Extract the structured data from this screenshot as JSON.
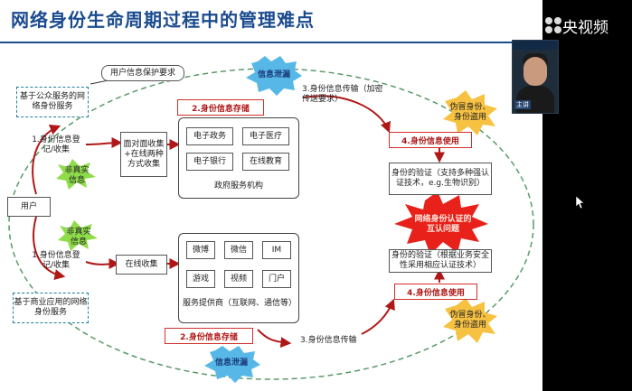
{
  "watermark": {
    "text": "央视频"
  },
  "presenter": {
    "name_tag": "主讲"
  },
  "slide": {
    "title": "网络身份生命周期过程中的管理难点",
    "privacy_req": "用户信息保护要求",
    "leak_top": "信息泄漏",
    "leak_bottom": "信息泄漏",
    "public_service": "基于公众服务的网络身份服务",
    "commercial_service": "基于商业应用的网络身份服务",
    "user": "用户",
    "reg_top": "1.身份信息登记/收集",
    "reg_bottom": "1.身份信息登记/收集",
    "false_info_top": "非真实信息",
    "false_info_bottom": "非真实信息",
    "offline_collect": "面对面收集+在线两种方式收集",
    "online_collect": "在线收集",
    "storage_top": "2.身份信息存储",
    "storage_bottom": "2.身份信息存储",
    "transmit_top": "3.身份信息传输（加密传送要求）",
    "transmit_bottom": "3.身份信息传输",
    "gov_services": [
      "电子政务",
      "电子医疗",
      "电子银行",
      "在线教育"
    ],
    "gov_org": "政府服务机构",
    "isp_services": [
      "微博",
      "微信",
      "IM",
      "游戏",
      "视频",
      "门户"
    ],
    "isp": "服务提供商（互联网、通信等）",
    "use_top": "4.身份信息使用",
    "use_bottom": "4.身份信息使用",
    "fake_top": "伪冒身份、身份盗用",
    "fake_bottom": "伪冒身份、身份盗用",
    "verify_top": "身份的验证（支持多种强认证技术，e.g.生物识别）",
    "verify_bottom": "身份的验证（根据业务安全性采用相应认证技术）",
    "center_star": "网络身份认证的互认问题"
  }
}
